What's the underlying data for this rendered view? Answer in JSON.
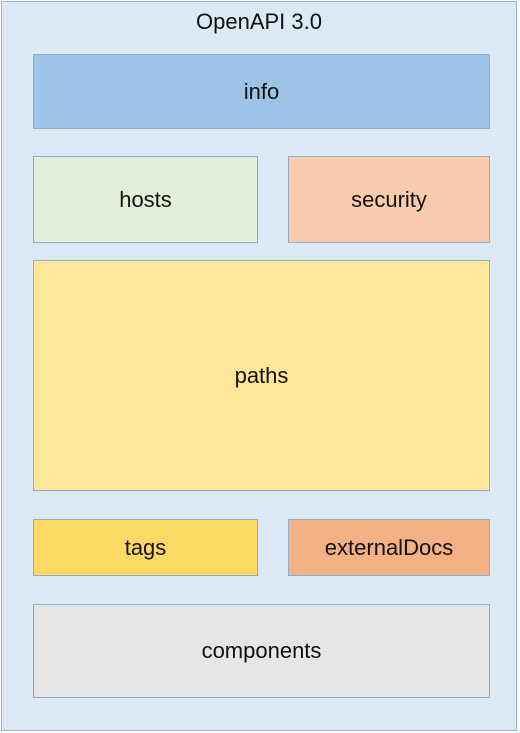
{
  "diagram": {
    "title": "OpenAPI 3.0",
    "sections": {
      "info": {
        "label": "info",
        "color": "#9dc3e6"
      },
      "hosts": {
        "label": "hosts",
        "color": "#e2efda"
      },
      "security": {
        "label": "security",
        "color": "#f8cbad"
      },
      "paths": {
        "label": "paths",
        "color": "#ffe699"
      },
      "tags": {
        "label": "tags",
        "color": "#ffd966"
      },
      "externalDocs": {
        "label": "externalDocs",
        "color": "#f4b183"
      },
      "components": {
        "label": "components",
        "color": "#e7e6e6"
      }
    }
  }
}
